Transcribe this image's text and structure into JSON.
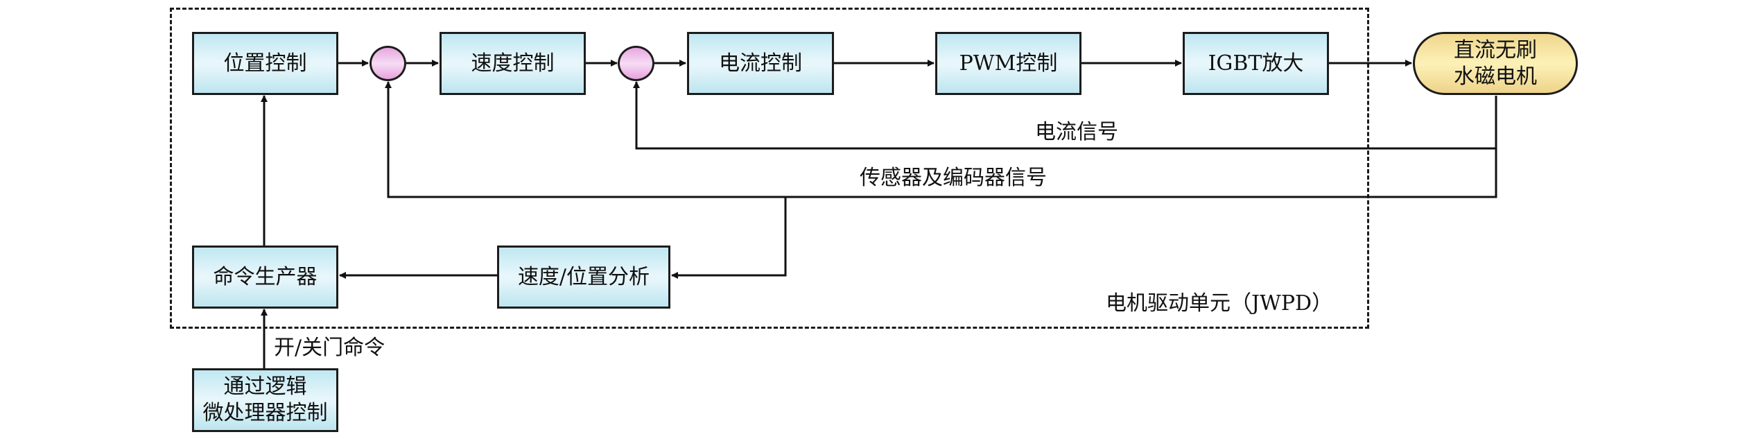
{
  "diagram": {
    "type": "block-diagram",
    "title": "BLDC motor drive control loop",
    "frame_label": "电机驱动单元（JWPD）",
    "blocks": {
      "position_control": "位置控制",
      "speed_control": "速度控制",
      "current_control": "电流控制",
      "pwm_control": "PWM控制",
      "igbt_amp": "IGBT放大",
      "motor_line1": "直流无刷",
      "motor_line2": "水磁电机",
      "command_generator": "命令生产器",
      "speed_position_analysis": "速度/位置分析",
      "logic_mcu_line1": "通过逻辑",
      "logic_mcu_line2": "微处理器控制"
    },
    "signals": {
      "current_signal": "电流信号",
      "sensor_encoder_signal": "传感器及编码器信号",
      "door_command": "开/关门命令"
    },
    "colors": {
      "block_fill": "#d8f1f8",
      "summer_fill": "#f0c4ea",
      "motor_fill": "#f8e6a4",
      "line": "#111111"
    },
    "connections": [
      {
        "from": "position_control",
        "to": "summing_junction_1"
      },
      {
        "from": "summing_junction_1",
        "to": "speed_control"
      },
      {
        "from": "speed_control",
        "to": "summing_junction_2"
      },
      {
        "from": "summing_junction_2",
        "to": "current_control"
      },
      {
        "from": "current_control",
        "to": "pwm_control"
      },
      {
        "from": "pwm_control",
        "to": "igbt_amp"
      },
      {
        "from": "igbt_amp",
        "to": "motor"
      },
      {
        "from": "motor",
        "to": "summing_junction_2",
        "label": "电流信号"
      },
      {
        "from": "motor",
        "to": "summing_junction_1",
        "label": "传感器及编码器信号"
      },
      {
        "from": "motor",
        "to": "speed_position_analysis"
      },
      {
        "from": "speed_position_analysis",
        "to": "command_generator"
      },
      {
        "from": "command_generator",
        "to": "position_control"
      },
      {
        "from": "logic_mcu",
        "to": "command_generator",
        "label": "开/关门命令"
      }
    ]
  }
}
